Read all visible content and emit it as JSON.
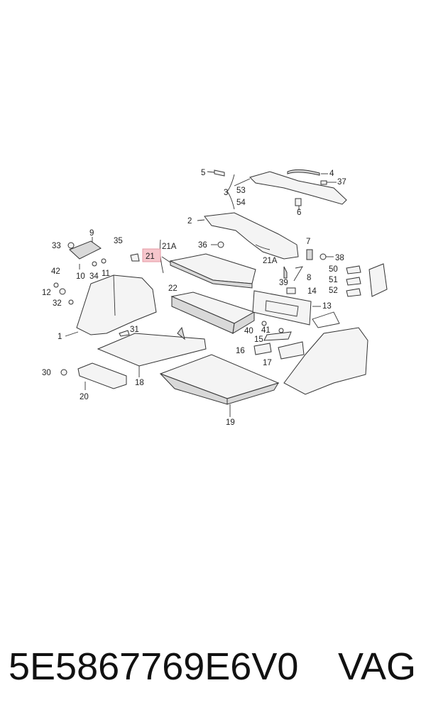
{
  "callouts": {
    "c1": "1",
    "c2": "2",
    "c3": "3",
    "c4": "4",
    "c5": "5",
    "c6": "6",
    "c7": "7",
    "c8": "8",
    "c9": "9",
    "c10": "10",
    "c11": "11",
    "c12": "12",
    "c13": "13",
    "c14": "14",
    "c15": "15",
    "c16": "16",
    "c17": "17",
    "c18": "18",
    "c19": "19",
    "c20": "20",
    "c21": "21",
    "c21a_top": "21A",
    "c21a_right": "21A",
    "c22": "22",
    "c30": "30",
    "c31": "31",
    "c32": "32",
    "c33": "33",
    "c34": "34",
    "c35": "35",
    "c36": "36",
    "c37": "37",
    "c38": "38",
    "c39": "39",
    "c40": "40",
    "c41": "41",
    "c42": "42",
    "c50": "50",
    "c51": "51",
    "c52": "52",
    "c53": "53",
    "c54": "54"
  },
  "highlight_color": "#f6c6cc",
  "footer": {
    "part_number": "5E5867769E6V0",
    "brand": "VAG"
  }
}
